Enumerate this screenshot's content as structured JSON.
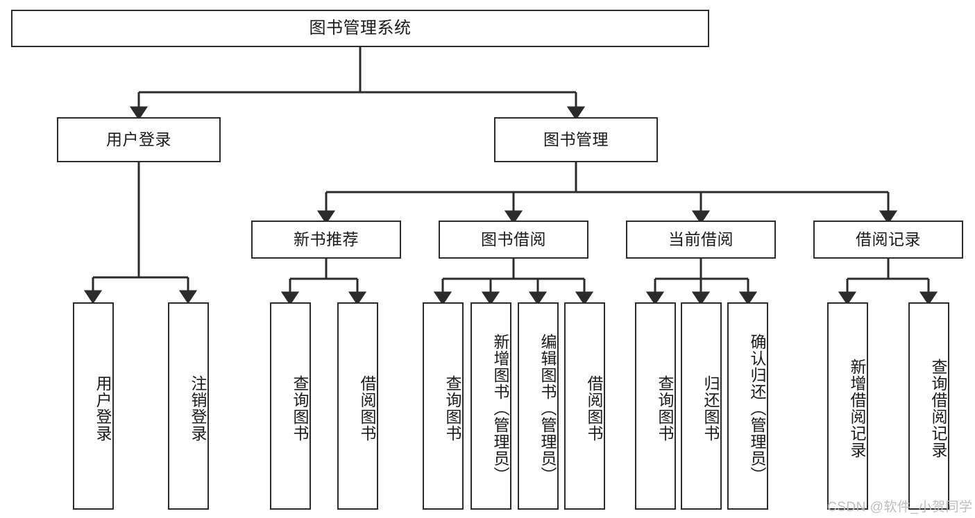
{
  "diagram": {
    "type": "tree-hierarchy-chart",
    "title": "图书管理系统",
    "line_color": "#2b2b2b",
    "box_border_color": "#2b2b2b",
    "box_fill_color": "#ffffff",
    "background_color": "#ffffff",
    "watermark": "CSDN @软件_小贺同学",
    "watermark_color": "#bdbdbd"
  },
  "nodes": {
    "root": {
      "label": "图书管理系统"
    },
    "level2": [
      {
        "label": "用户登录"
      },
      {
        "label": "图书管理"
      }
    ],
    "level3": [
      {
        "label": "新书推荐"
      },
      {
        "label": "图书借阅"
      },
      {
        "label": "当前借阅"
      },
      {
        "label": "借阅记录"
      }
    ],
    "leaves_user_login": [
      {
        "label": "用户登录"
      },
      {
        "label": "注销登录"
      }
    ],
    "leaves_new_book": [
      {
        "label": "查询图书"
      },
      {
        "label": "借阅图书"
      }
    ],
    "leaves_borrow": [
      {
        "label": "查询图书"
      },
      {
        "label": "新增图书（管理员）"
      },
      {
        "label": "编辑图书（管理员）"
      },
      {
        "label": "借阅图书"
      }
    ],
    "leaves_current": [
      {
        "label": "查询图书"
      },
      {
        "label": "归还图书"
      },
      {
        "label": "确认归还（管理员）"
      }
    ],
    "leaves_records": [
      {
        "label": "新增借阅记录"
      },
      {
        "label": "查询借阅记录"
      }
    ]
  }
}
